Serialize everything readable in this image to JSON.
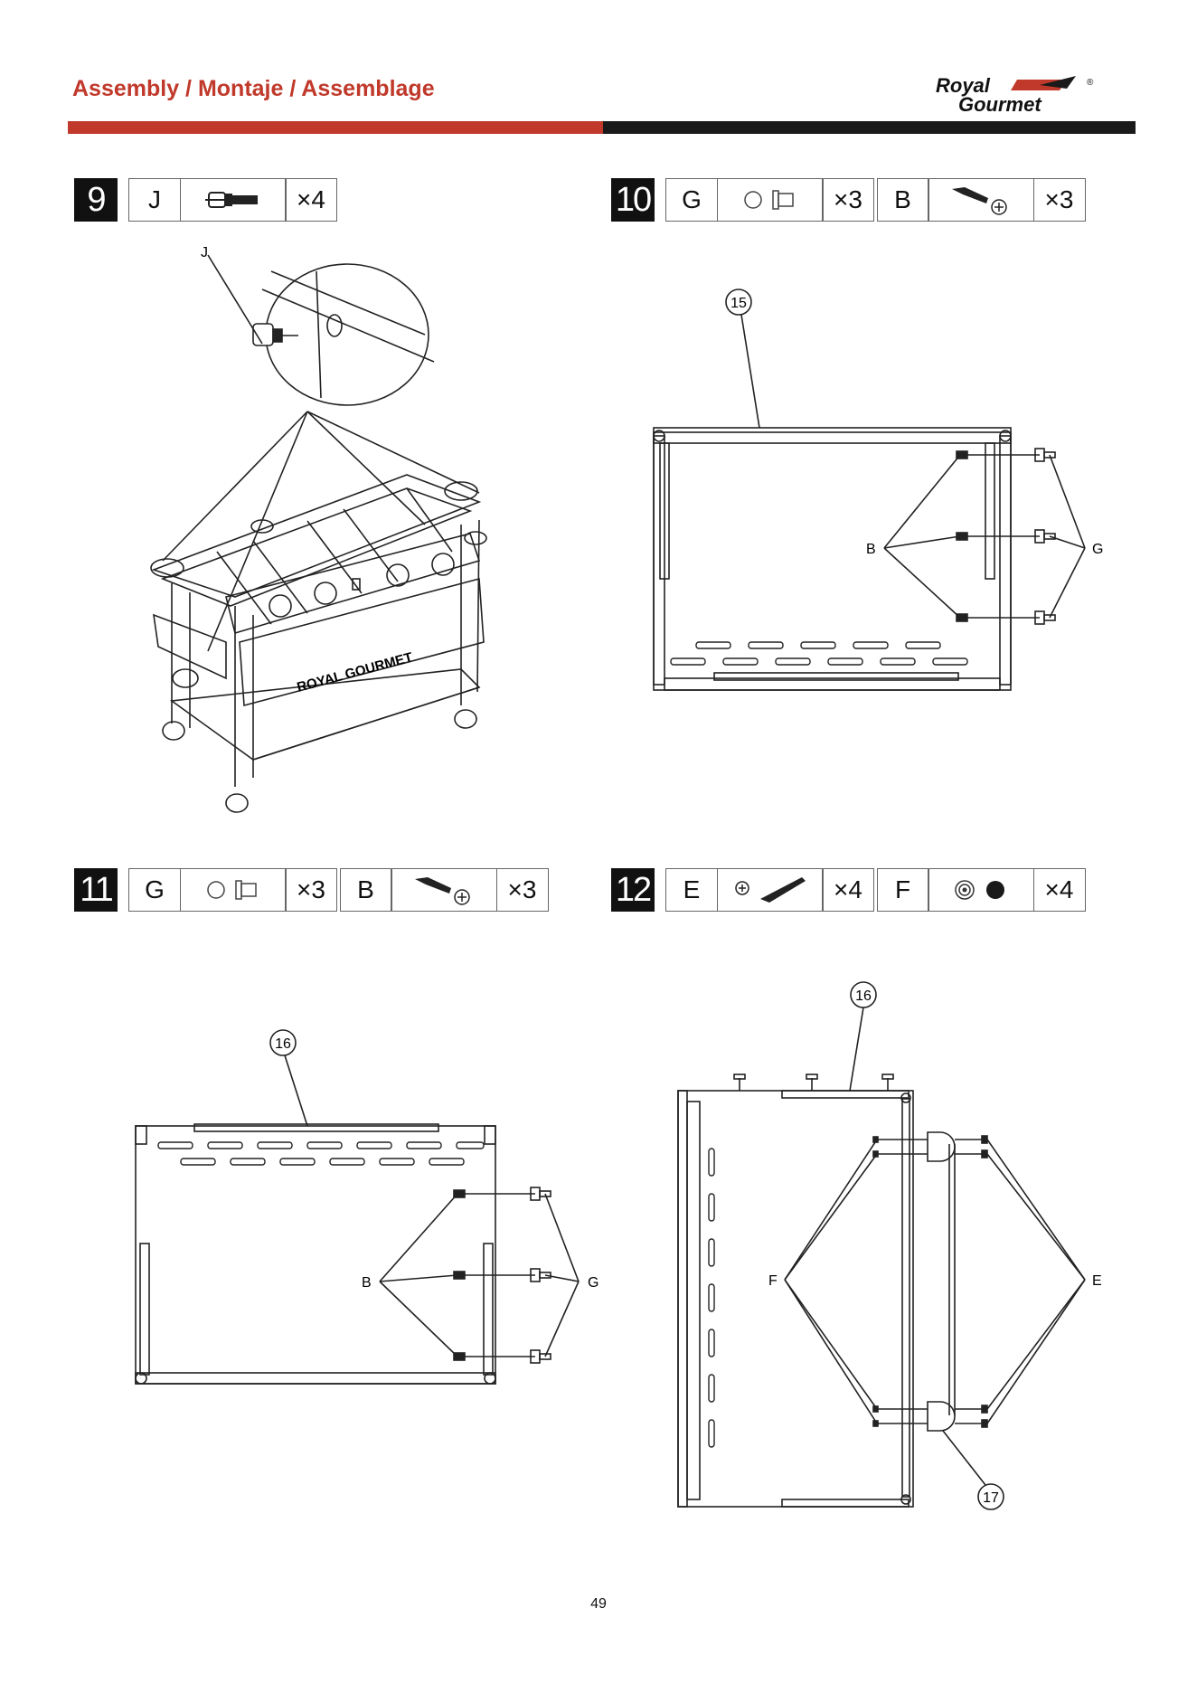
{
  "header": {
    "title": "Assembly / Montaje / Assemblage",
    "logo_line1": "Royal",
    "logo_line2": "Gourmet"
  },
  "colors": {
    "accent": "#c0392b",
    "dark": "#1a1a1a"
  },
  "steps": [
    {
      "number": "9",
      "parts": [
        {
          "letter": "J",
          "icon": "bolt-with-spacer-icon",
          "qty": "×4"
        }
      ]
    },
    {
      "number": "10",
      "parts": [
        {
          "letter": "G",
          "icon": "washer-and-spacer-icon",
          "qty": "×3"
        },
        {
          "letter": "B",
          "icon": "phillips-screw-icon",
          "qty": "×3"
        }
      ]
    },
    {
      "number": "11",
      "parts": [
        {
          "letter": "G",
          "icon": "washer-and-spacer-icon",
          "qty": "×3"
        },
        {
          "letter": "B",
          "icon": "phillips-screw-icon",
          "qty": "×3"
        }
      ]
    },
    {
      "number": "12",
      "parts": [
        {
          "letter": "E",
          "icon": "long-bolt-icon",
          "qty": "×4"
        },
        {
          "letter": "F",
          "icon": "washer-and-nut-icon",
          "qty": "×4"
        }
      ]
    }
  ],
  "diagrams": {
    "step9": {
      "callout_j": "J",
      "brand_text": "ROYAL GOURMET"
    },
    "step10": {
      "part_number": "15",
      "label_b": "B",
      "label_g": "G"
    },
    "step11": {
      "part_number": "16",
      "label_b": "B",
      "label_g": "G"
    },
    "step12": {
      "part_number_top": "16",
      "part_number_bottom": "17",
      "label_f": "F",
      "label_e": "E"
    }
  },
  "page_number": "49"
}
